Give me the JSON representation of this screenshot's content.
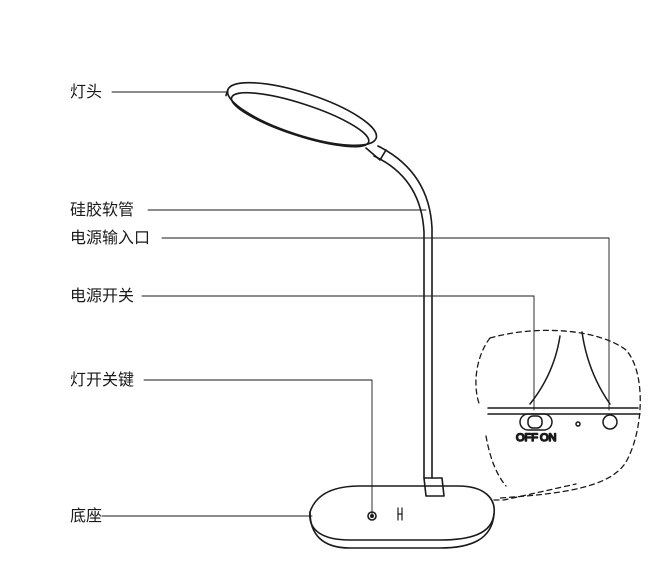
{
  "labels": {
    "lamp_head": "灯头",
    "silicone_hose": "硅胶软管",
    "power_input": "电源输入口",
    "power_switch": "电源开关",
    "light_switch_key": "灯开关键",
    "base": "底座"
  },
  "switch_labels": {
    "off": "OFF",
    "on": "ON"
  },
  "colors": {
    "line": "#1a1a1a"
  }
}
